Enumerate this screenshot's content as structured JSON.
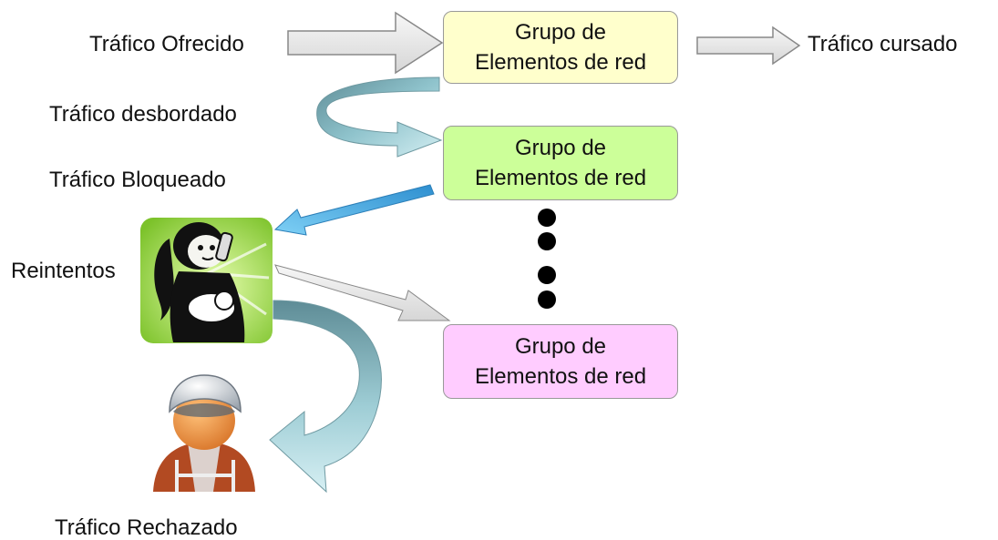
{
  "labels": {
    "offered": "Tráfico Ofrecido",
    "carried": "Tráfico cursado",
    "overflow": "Tráfico desbordado",
    "blocked": "Tráfico Bloqueado",
    "retries": "Reintentos",
    "rejected": "Tráfico Rechazado"
  },
  "groups": [
    {
      "line1": "Grupo de",
      "line2": "Elementos de red",
      "color": "#FFFFCC"
    },
    {
      "line1": "Grupo de",
      "line2": "Elementos de red",
      "color": "#CCFF99"
    },
    {
      "line1": "Grupo de",
      "line2": "Elementos de red",
      "color": "#FFCCFF"
    }
  ],
  "icons": {
    "retries": "caller-with-baby-icon",
    "rejected": "helmet-user-icon"
  },
  "colors": {
    "gray_arrow": "#E6E6E6",
    "overflow_arrow": "#A9D8DD",
    "blocked_arrow": "#4FB3E6",
    "retries_bg": "#88CC33",
    "rejected_jacket": "#B24A22"
  }
}
